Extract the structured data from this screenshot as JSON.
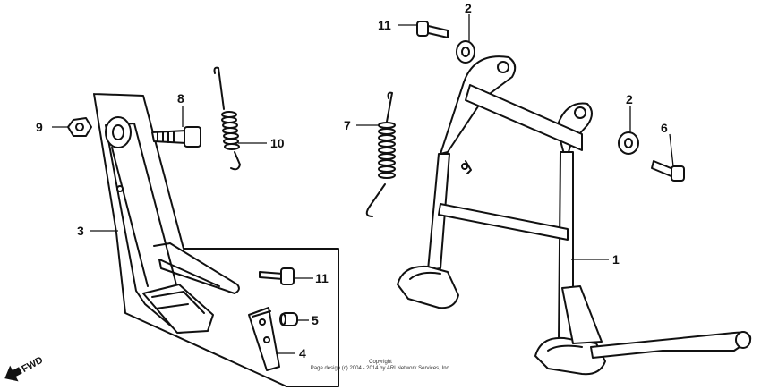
{
  "callouts": [
    "1",
    "2",
    "2",
    "3",
    "4",
    "5",
    "6",
    "7",
    "8",
    "9",
    "10",
    "11",
    "11"
  ],
  "direction_label": "FWD",
  "copyright": {
    "line1": "Copyright",
    "line2": "Page design (c) 2004 - 2014 by ARI Network Services, Inc."
  }
}
